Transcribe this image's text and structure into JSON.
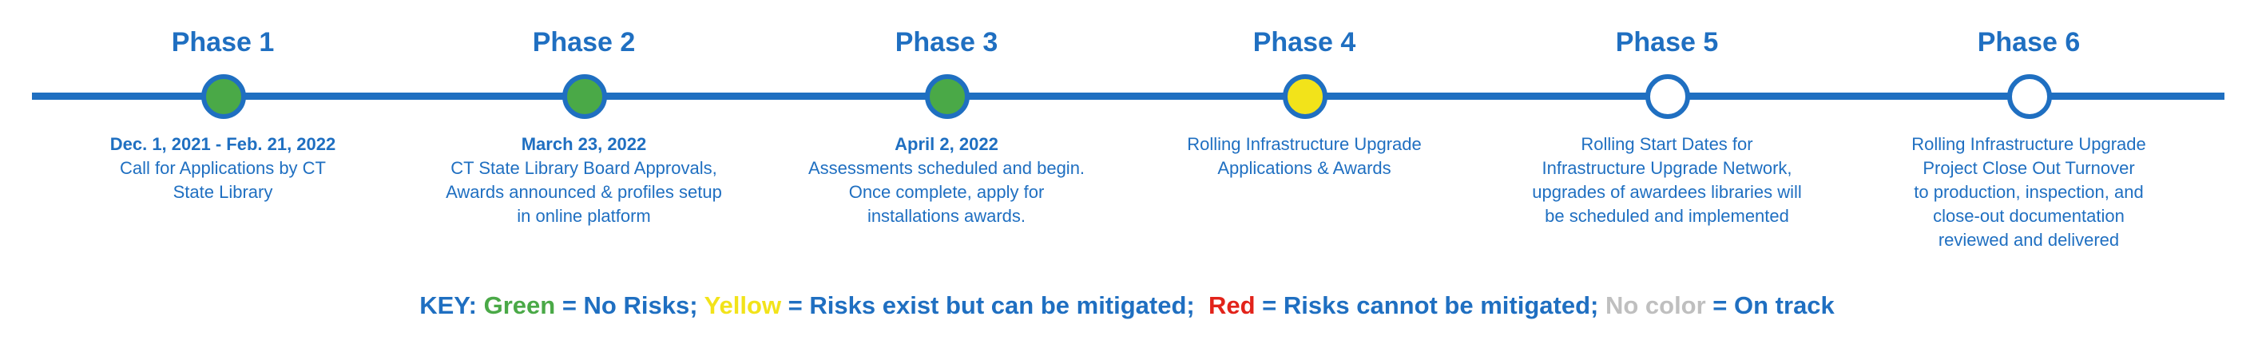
{
  "colors": {
    "line": "#1f6fc1",
    "green": "#4aa947",
    "yellow": "#f2e31a",
    "red": "#e2231a",
    "none": "#bfbfbf",
    "white": "#ffffff"
  },
  "phases": [
    {
      "title": "Phase 1",
      "date": "Dec. 1, 2021 - Feb. 21, 2022",
      "description": "Call for Applications by CT\nState Library",
      "status": "green"
    },
    {
      "title": "Phase 2",
      "date": "March 23, 2022",
      "description": "CT State Library Board Approvals,\nAwards announced & profiles setup\nin online platform",
      "status": "green"
    },
    {
      "title": "Phase 3",
      "date": "April 2, 2022",
      "description": "Assessments scheduled and begin.\nOnce complete, apply for\ninstallations awards.",
      "status": "green"
    },
    {
      "title": "Phase 4",
      "date": "",
      "description": "Rolling Infrastructure Upgrade\nApplications & Awards",
      "status": "yellow"
    },
    {
      "title": "Phase 5",
      "date": "",
      "description": "Rolling Start Dates for\nInfrastructure Upgrade Network,\nupgrades of awardees libraries will\nbe scheduled and implemented",
      "status": "none"
    },
    {
      "title": "Phase 6",
      "date": "",
      "description": "Rolling Infrastructure Upgrade\nProject Close Out Turnover\nto production, inspection, and\nclose-out documentation\nreviewed and delivered",
      "status": "none"
    }
  ],
  "key": {
    "prefix": "KEY: ",
    "green_word": "Green",
    "green_text": " = No Risks; ",
    "yellow_word": "Yellow",
    "yellow_text": " = Risks exist but can be mitigated;  ",
    "red_word": "Red",
    "red_text": " = Risks cannot be mitigated; ",
    "none_word": "No color",
    "none_text": " = On track"
  }
}
